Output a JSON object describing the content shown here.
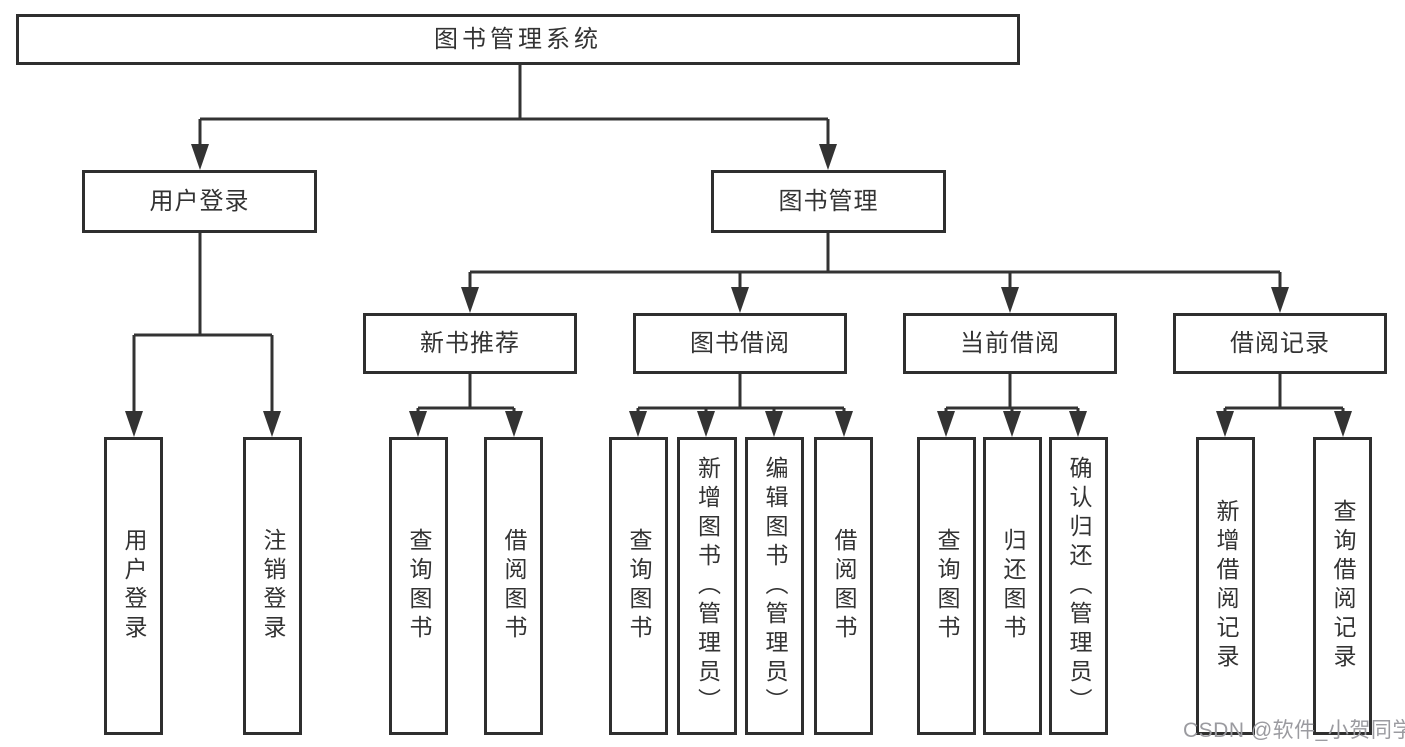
{
  "diagram": {
    "background": "#ffffff",
    "line_color": "#333333",
    "box_border_color": "#2f2f2f",
    "text_color": "#333333"
  },
  "tree": {
    "root": {
      "label": "图书管理系统"
    },
    "branches": [
      {
        "label": "用户登录",
        "children": [
          {
            "label": "用户登录"
          },
          {
            "label": "注销登录"
          }
        ]
      },
      {
        "label": "图书管理",
        "children": [
          {
            "label": "新书推荐",
            "children": [
              {
                "label": "查询图书"
              },
              {
                "label": "借阅图书"
              }
            ]
          },
          {
            "label": "图书借阅",
            "children": [
              {
                "label": "查询图书"
              },
              {
                "label": "新增图书（管理员）"
              },
              {
                "label": "编辑图书（管理员）"
              },
              {
                "label": "借阅图书"
              }
            ]
          },
          {
            "label": "当前借阅",
            "children": [
              {
                "label": "查询图书"
              },
              {
                "label": "归还图书"
              },
              {
                "label": "确认归还（管理员）"
              }
            ]
          },
          {
            "label": "借阅记录",
            "children": [
              {
                "label": "新增借阅记录"
              },
              {
                "label": "查询借阅记录"
              }
            ]
          }
        ]
      }
    ]
  },
  "watermark": {
    "text": "CSDN @软件_小贺同学",
    "color": "#9b9ba0"
  }
}
